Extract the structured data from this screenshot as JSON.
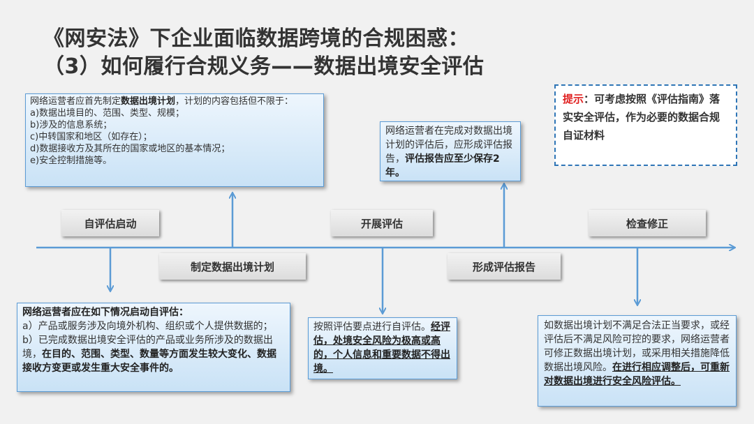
{
  "title": {
    "line1": "《网安法》下企业面临数据跨境的合规困惑：",
    "line2": "（3）如何履行合规义务——数据出境安全评估"
  },
  "hint": {
    "label": "提示",
    "text": "：可考虑按照《评估指南》落实安全评估，作为必要的数据合规自证材料"
  },
  "stages": {
    "self_eval_start": "自评估启动",
    "make_plan": "制定数据出境计划",
    "conduct_eval": "开展评估",
    "form_report": "形成评估报告",
    "check_fix": "检查修正"
  },
  "notes": {
    "plan": {
      "p1": "网络运营者应首先制定",
      "p1b": "数据出境计划",
      "p1c": "，计划的内容包括但不限于：",
      "items": [
        "a)数据出境目的、范围、类型、规模；",
        "b)涉及的信息系统；",
        "c)中转国家和地区（如存在）；",
        "d)数据接收方及其所在的国家或地区的基本情况；",
        "e)安全控制措施等。"
      ]
    },
    "report": {
      "p1": "网络运营者在完成对数据出境计划的评估后，应形成评估报告，",
      "p1b": "评估报告应至少保存2年。"
    },
    "start": {
      "head": "网络运营者应在如下情况启动自评估：",
      "a": "a）产品或服务涉及向境外机构、组织或个人提供数据的；",
      "b": "b）已完成数据出境安全评估的产品或业务所涉及的数据出境，",
      "bb": "在目的、范围、类型、数量等方面发生较大变化、数据接收方变更或发生重大安全事件的。"
    },
    "eval": {
      "p1": "按照评估要点进行自评估。",
      "p1b": "经评估，处境安全风险为极高或高的，个人信息和重要数据不得出境。"
    },
    "fix": {
      "p1": "如数据出境计划不满足合法正当要求，或经评估后不满足风险可控的要求，网络运营者可修正数据出境计划，或采用相关措施降低数据出境风险。",
      "p1b": "在进行相应调整后，可重新对数据出境进行安全风险评估。"
    }
  },
  "colors": {
    "timeline": "#5b9bd5",
    "note_border": "#5b9bd5",
    "hint_border": "#2e75b6",
    "hint_label": "#e02020"
  }
}
